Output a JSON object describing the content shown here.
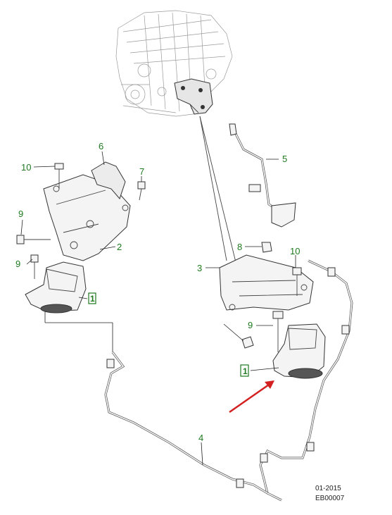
{
  "callouts": {
    "c10_left": "10",
    "c6": "6",
    "c7": "7",
    "c9_left_top": "9",
    "c9_left_bottom": "9",
    "c2": "2",
    "c1_left": "1",
    "c5": "5",
    "c8": "8",
    "c3": "3",
    "c10_right": "10",
    "c9_right": "9",
    "c1_right": "1",
    "c4": "4"
  },
  "footer": {
    "date": "01-2015",
    "code": "EB00007"
  },
  "colors": {
    "callout": "#1f7a1f",
    "arrow": "#d32020",
    "line": "#333333",
    "engine": "#9a9a9a"
  }
}
